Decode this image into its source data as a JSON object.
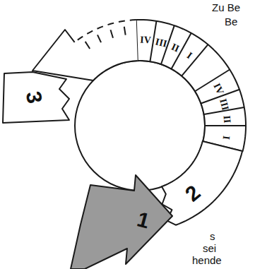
{
  "diagram": {
    "nodes": [
      {
        "text": [
          "1"
        ]
      },
      {
        "text": [
          "2"
        ]
      },
      {
        "text": [
          "3"
        ]
      }
    ],
    "labels": [
      "Zu Be",
      "Be",
      "IV",
      "III",
      "II",
      "I",
      "IV",
      "III",
      "II",
      "I",
      "s",
      "sei",
      "hende"
    ]
  }
}
